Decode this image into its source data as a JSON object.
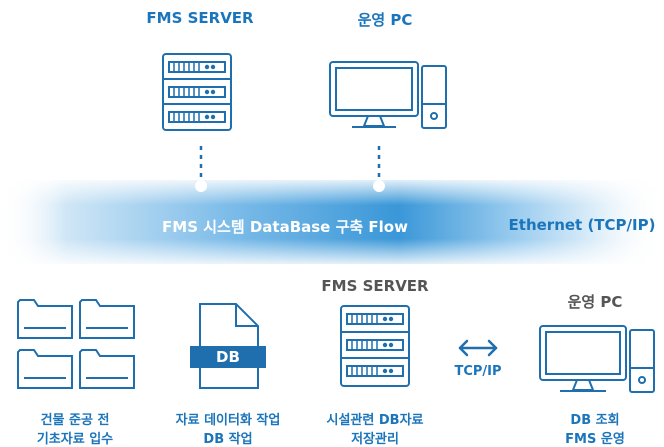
{
  "top": {
    "server_title": "FMS SERVER",
    "pc_title": "운영 PC"
  },
  "band": {
    "title": "FMS 시스템 DataBase 구축 Flow",
    "ethernet": "Ethernet (TCP/IP)"
  },
  "bottom": {
    "server_title": "FMS SERVER",
    "pc_title": "운영 PC",
    "db_badge": "DB",
    "tcp_label": "TCP/IP",
    "captions": [
      {
        "line1": "건물 준공 전",
        "line2": "기초자료 입수"
      },
      {
        "line1": "자료 데이터화 작업",
        "line2": "DB 작업"
      },
      {
        "line1": "시설관련 DB자료",
        "line2": "저장관리"
      },
      {
        "line1": "DB 조회",
        "line2": "FMS 운영"
      }
    ]
  },
  "colors": {
    "accent": "#1b75bb",
    "icon_stroke": "#1f6fae",
    "band": "#2a8fd4",
    "text_gray": "#555555"
  }
}
